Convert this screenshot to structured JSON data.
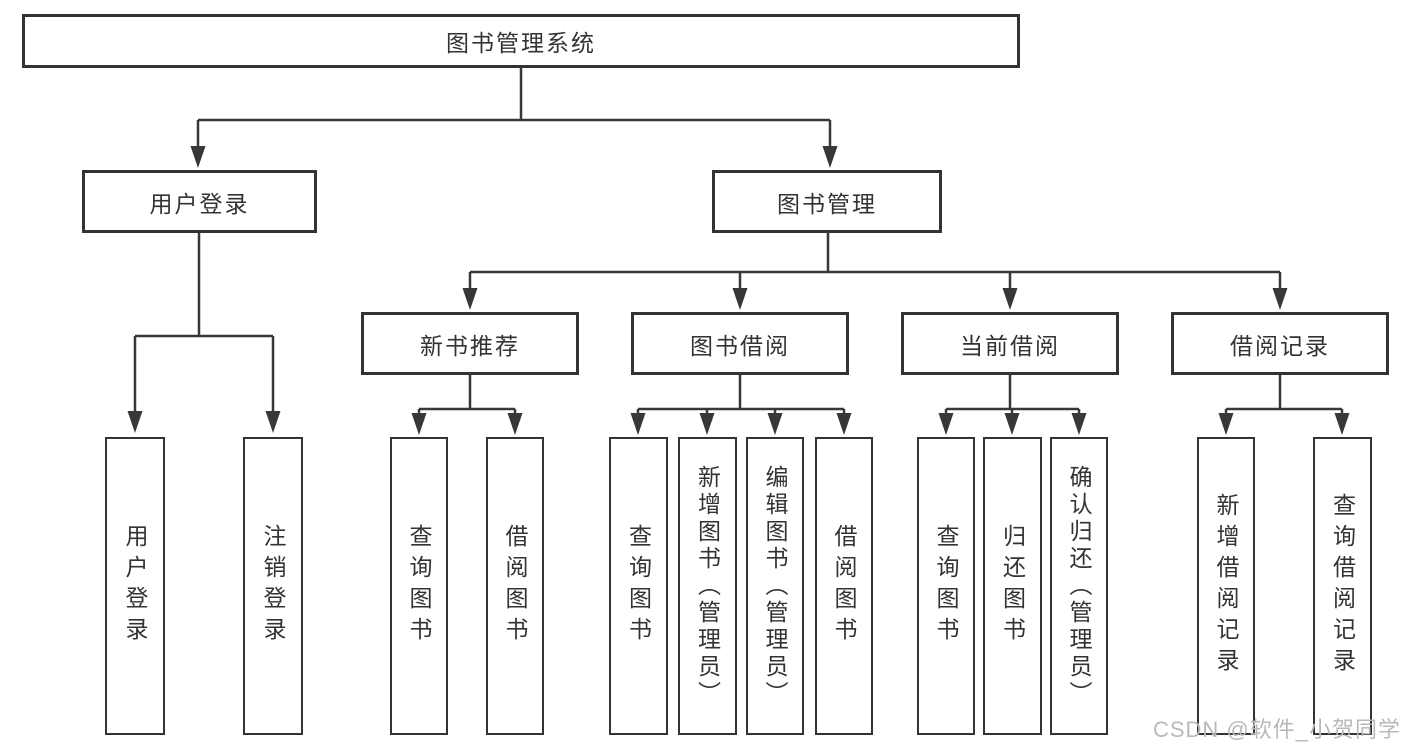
{
  "title": "图书管理系统",
  "colors": {
    "line": "#383838",
    "box_border": "#333333",
    "text": "#333333",
    "watermark_text": "#b9b9b9",
    "background": "#ffffff"
  },
  "tree": {
    "root": {
      "label": "图书管理系统"
    },
    "branches": [
      {
        "label": "用户登录",
        "children": [
          {
            "label": "用户登录"
          },
          {
            "label": "注销登录"
          }
        ]
      },
      {
        "label": "图书管理",
        "groups": [
          {
            "label": "新书推荐",
            "children": [
              {
                "label": "查询图书"
              },
              {
                "label": "借阅图书"
              }
            ]
          },
          {
            "label": "图书借阅",
            "children": [
              {
                "label": "查询图书"
              },
              {
                "label": "新增图书（管理员）"
              },
              {
                "label": "编辑图书（管理员）"
              },
              {
                "label": "借阅图书"
              }
            ]
          },
          {
            "label": "当前借阅",
            "children": [
              {
                "label": "查询图书"
              },
              {
                "label": "归还图书"
              },
              {
                "label": "确认归还（管理员）"
              }
            ]
          },
          {
            "label": "借阅记录",
            "children": [
              {
                "label": "新增借阅记录"
              },
              {
                "label": "查询借阅记录"
              }
            ]
          }
        ]
      }
    ]
  },
  "watermark": "CSDN @软件_小贺同学"
}
